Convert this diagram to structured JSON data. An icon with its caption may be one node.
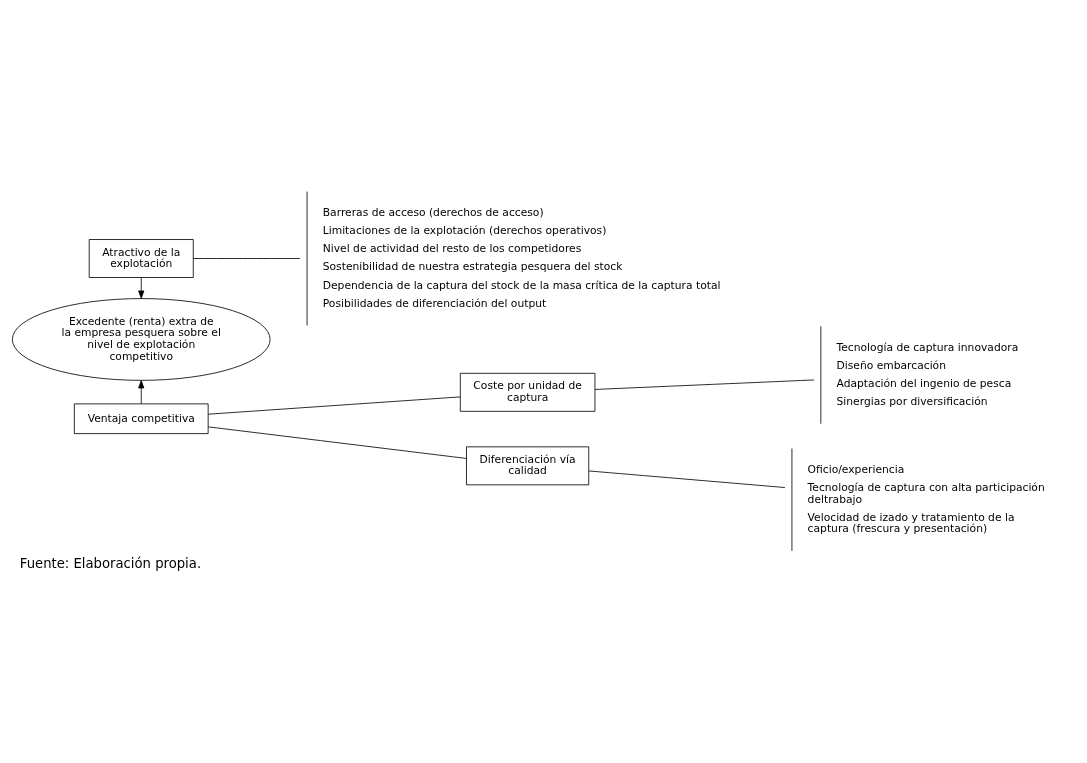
{
  "diagram": {
    "caption": "Fuente: Elaboración propia.",
    "nodes": [
      {
        "text": [
          "Atractivo de la explotación"
        ]
      },
      {
        "text": [
          "Barreras de acceso (derechos de acceso)",
          "Limitaciones de la explotación (derechos operativos)",
          "Nivel de actividad del resto de los competidores",
          "Sostenibilidad de nuestra estrategia pesquera del stock",
          "Dependencia de la captura del stock de la masa crítica de la captura total",
          "Posibilidades de diferenciación del output"
        ]
      },
      {
        "text": [
          "Excedente (renta) extra de la empresa pesquera sobre el nivel de explotación competitivo"
        ]
      },
      {
        "text": [
          "Coste por unidad de captura"
        ]
      },
      {
        "text": [
          "Tecnología de captura innovadora",
          "Diseño embarcación",
          "Adaptación del ingenio de pesca",
          "Sinergias por diversificación"
        ]
      },
      {
        "text": [
          "Ventaja competitiva"
        ]
      },
      {
        "text": [
          "Diferenciación vía calidad"
        ]
      },
      {
        "text": [
          "Oficio/experiencia",
          "Tecnología de captura con alta participación deltrabajo",
          "Velocidad de izado y tratamiento de la captura (frescura y presentación)"
        ]
      }
    ],
    "edges": [
      {
        "from": 0,
        "to": 1,
        "arrow": "none"
      },
      {
        "from": 0,
        "to": 2,
        "arrow": "to"
      },
      {
        "from": 5,
        "to": 2,
        "arrow": "to"
      },
      {
        "from": 5,
        "to": 3,
        "arrow": "none"
      },
      {
        "from": 3,
        "to": 4,
        "arrow": "none"
      },
      {
        "from": 5,
        "to": 6,
        "arrow": "none"
      },
      {
        "from": 6,
        "to": 7,
        "arrow": "none"
      }
    ]
  }
}
